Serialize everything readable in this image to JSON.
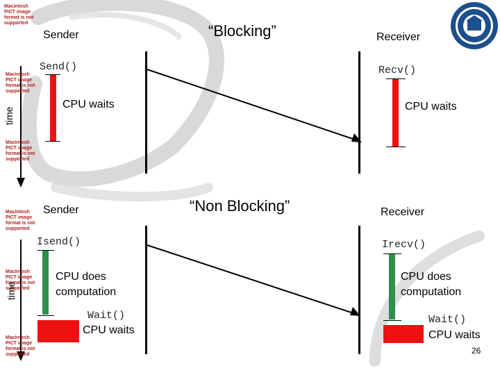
{
  "pict_notice": "Macintosh PICT image format is not supported",
  "blocking": {
    "title": "“Blocking”",
    "sender": "Sender",
    "receiver": "Receiver",
    "send_call": "Send()",
    "recv_call": "Recv()",
    "sender_state": "CPU waits",
    "receiver_state": "CPU waits",
    "time_label": "time"
  },
  "nonblocking": {
    "title": "“Non Blocking”",
    "sender": "Sender",
    "receiver": "Receiver",
    "isend_call": "Isend()",
    "irecv_call": "Irecv()",
    "sender_compute": "CPU does computation",
    "receiver_compute": "CPU does computation",
    "sender_wait_call": "Wait()",
    "receiver_wait_call": "Wait()",
    "sender_wait_state": "CPU waits",
    "receiver_wait_state": "CPU waits",
    "time_label": "time"
  },
  "page_number": "26",
  "colors": {
    "wait_bar": "#ee1111",
    "compute_bar": "#2f8f4f",
    "swirl": "#c8c8c8"
  },
  "logo_icon": "university-seal-icon"
}
